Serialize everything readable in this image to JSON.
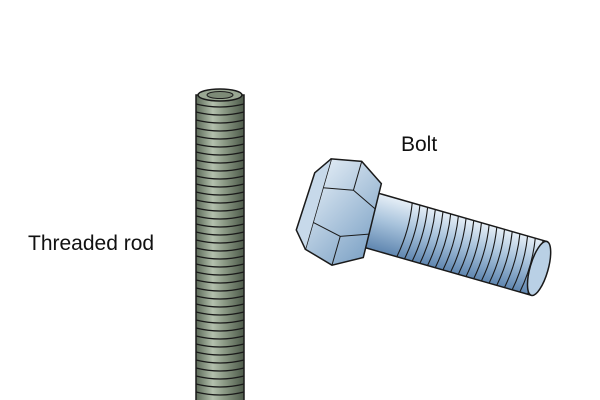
{
  "labels": {
    "threaded_rod": "Threaded rod",
    "bolt": "Bolt"
  },
  "colors": {
    "rod_fill": "#8a9884",
    "rod_dark": "#5c6a58",
    "rod_light": "#b3c0ad",
    "outline": "#1a1a1a",
    "bolt_light": "#d8e6f2",
    "bolt_mid": "#98b6d3",
    "bolt_dark": "#5f86b0"
  },
  "icons": [
    "threaded-rod-illustration",
    "hex-bolt-illustration"
  ]
}
